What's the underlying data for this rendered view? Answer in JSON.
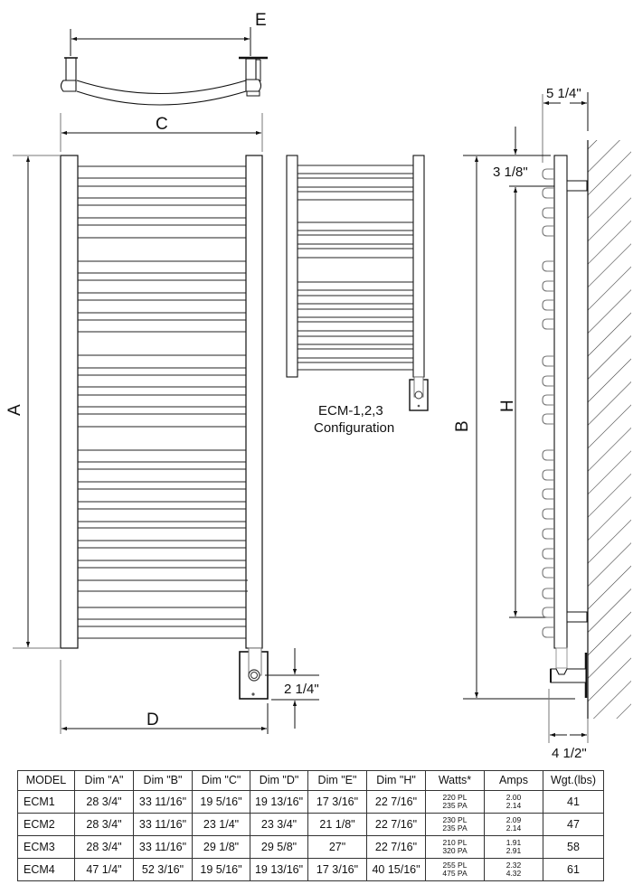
{
  "drawing": {
    "labels": {
      "dim_a": "A",
      "dim_b": "B",
      "dim_c": "C",
      "dim_d": "D",
      "dim_e": "E",
      "dim_h": "H",
      "depth_top": "5 1/4\"",
      "depth_bottom": "4 1/2\"",
      "top_offset": "3 1/8\"",
      "box_height": "2 1/4\""
    },
    "config_caption": {
      "line1": "ECM-1,2,3",
      "line2": "Configuration"
    },
    "colors": {
      "line": "#111111",
      "grey_line": "#8a8a8a",
      "background": "#ffffff"
    }
  },
  "table": {
    "headers": [
      "MODEL",
      "Dim \"A\"",
      "Dim \"B\"",
      "Dim \"C\"",
      "Dim \"D\"",
      "Dim \"E\"",
      "Dim \"H\"",
      "Watts*",
      "Amps",
      "Wgt.(lbs)"
    ],
    "rows": [
      {
        "model": "ECM1",
        "a": "28 3/4\"",
        "b": "33 11/16\"",
        "c": "19 5/16\"",
        "d": "19 13/16\"",
        "e": "17 3/16\"",
        "h": "22 7/16\"",
        "watts_pl": "220 PL",
        "watts_pa": "235 PA",
        "amps_pl": "2.00",
        "amps_pa": "2.14",
        "wgt": "41"
      },
      {
        "model": "ECM2",
        "a": "28 3/4\"",
        "b": "33 11/16\"",
        "c": "23 1/4\"",
        "d": "23 3/4\"",
        "e": "21 1/8\"",
        "h": "22 7/16\"",
        "watts_pl": "230 PL",
        "watts_pa": "235 PA",
        "amps_pl": "2.09",
        "amps_pa": "2.14",
        "wgt": "47"
      },
      {
        "model": "ECM3",
        "a": "28 3/4\"",
        "b": "33 11/16\"",
        "c": "29 1/8\"",
        "d": "29 5/8\"",
        "e": "27\"",
        "h": "22 7/16\"",
        "watts_pl": "210 PL",
        "watts_pa": "320 PA",
        "amps_pl": "1.91",
        "amps_pa": "2.91",
        "wgt": "58"
      },
      {
        "model": "ECM4",
        "a": "47 1/4\"",
        "b": "52 3/16\"",
        "c": "19 5/16\"",
        "d": "19 13/16\"",
        "e": "17 3/16\"",
        "h": "40 15/16\"",
        "watts_pl": "255 PL",
        "watts_pa": "475 PA",
        "amps_pl": "2.32",
        "amps_pa": "4.32",
        "wgt": "61"
      }
    ]
  }
}
